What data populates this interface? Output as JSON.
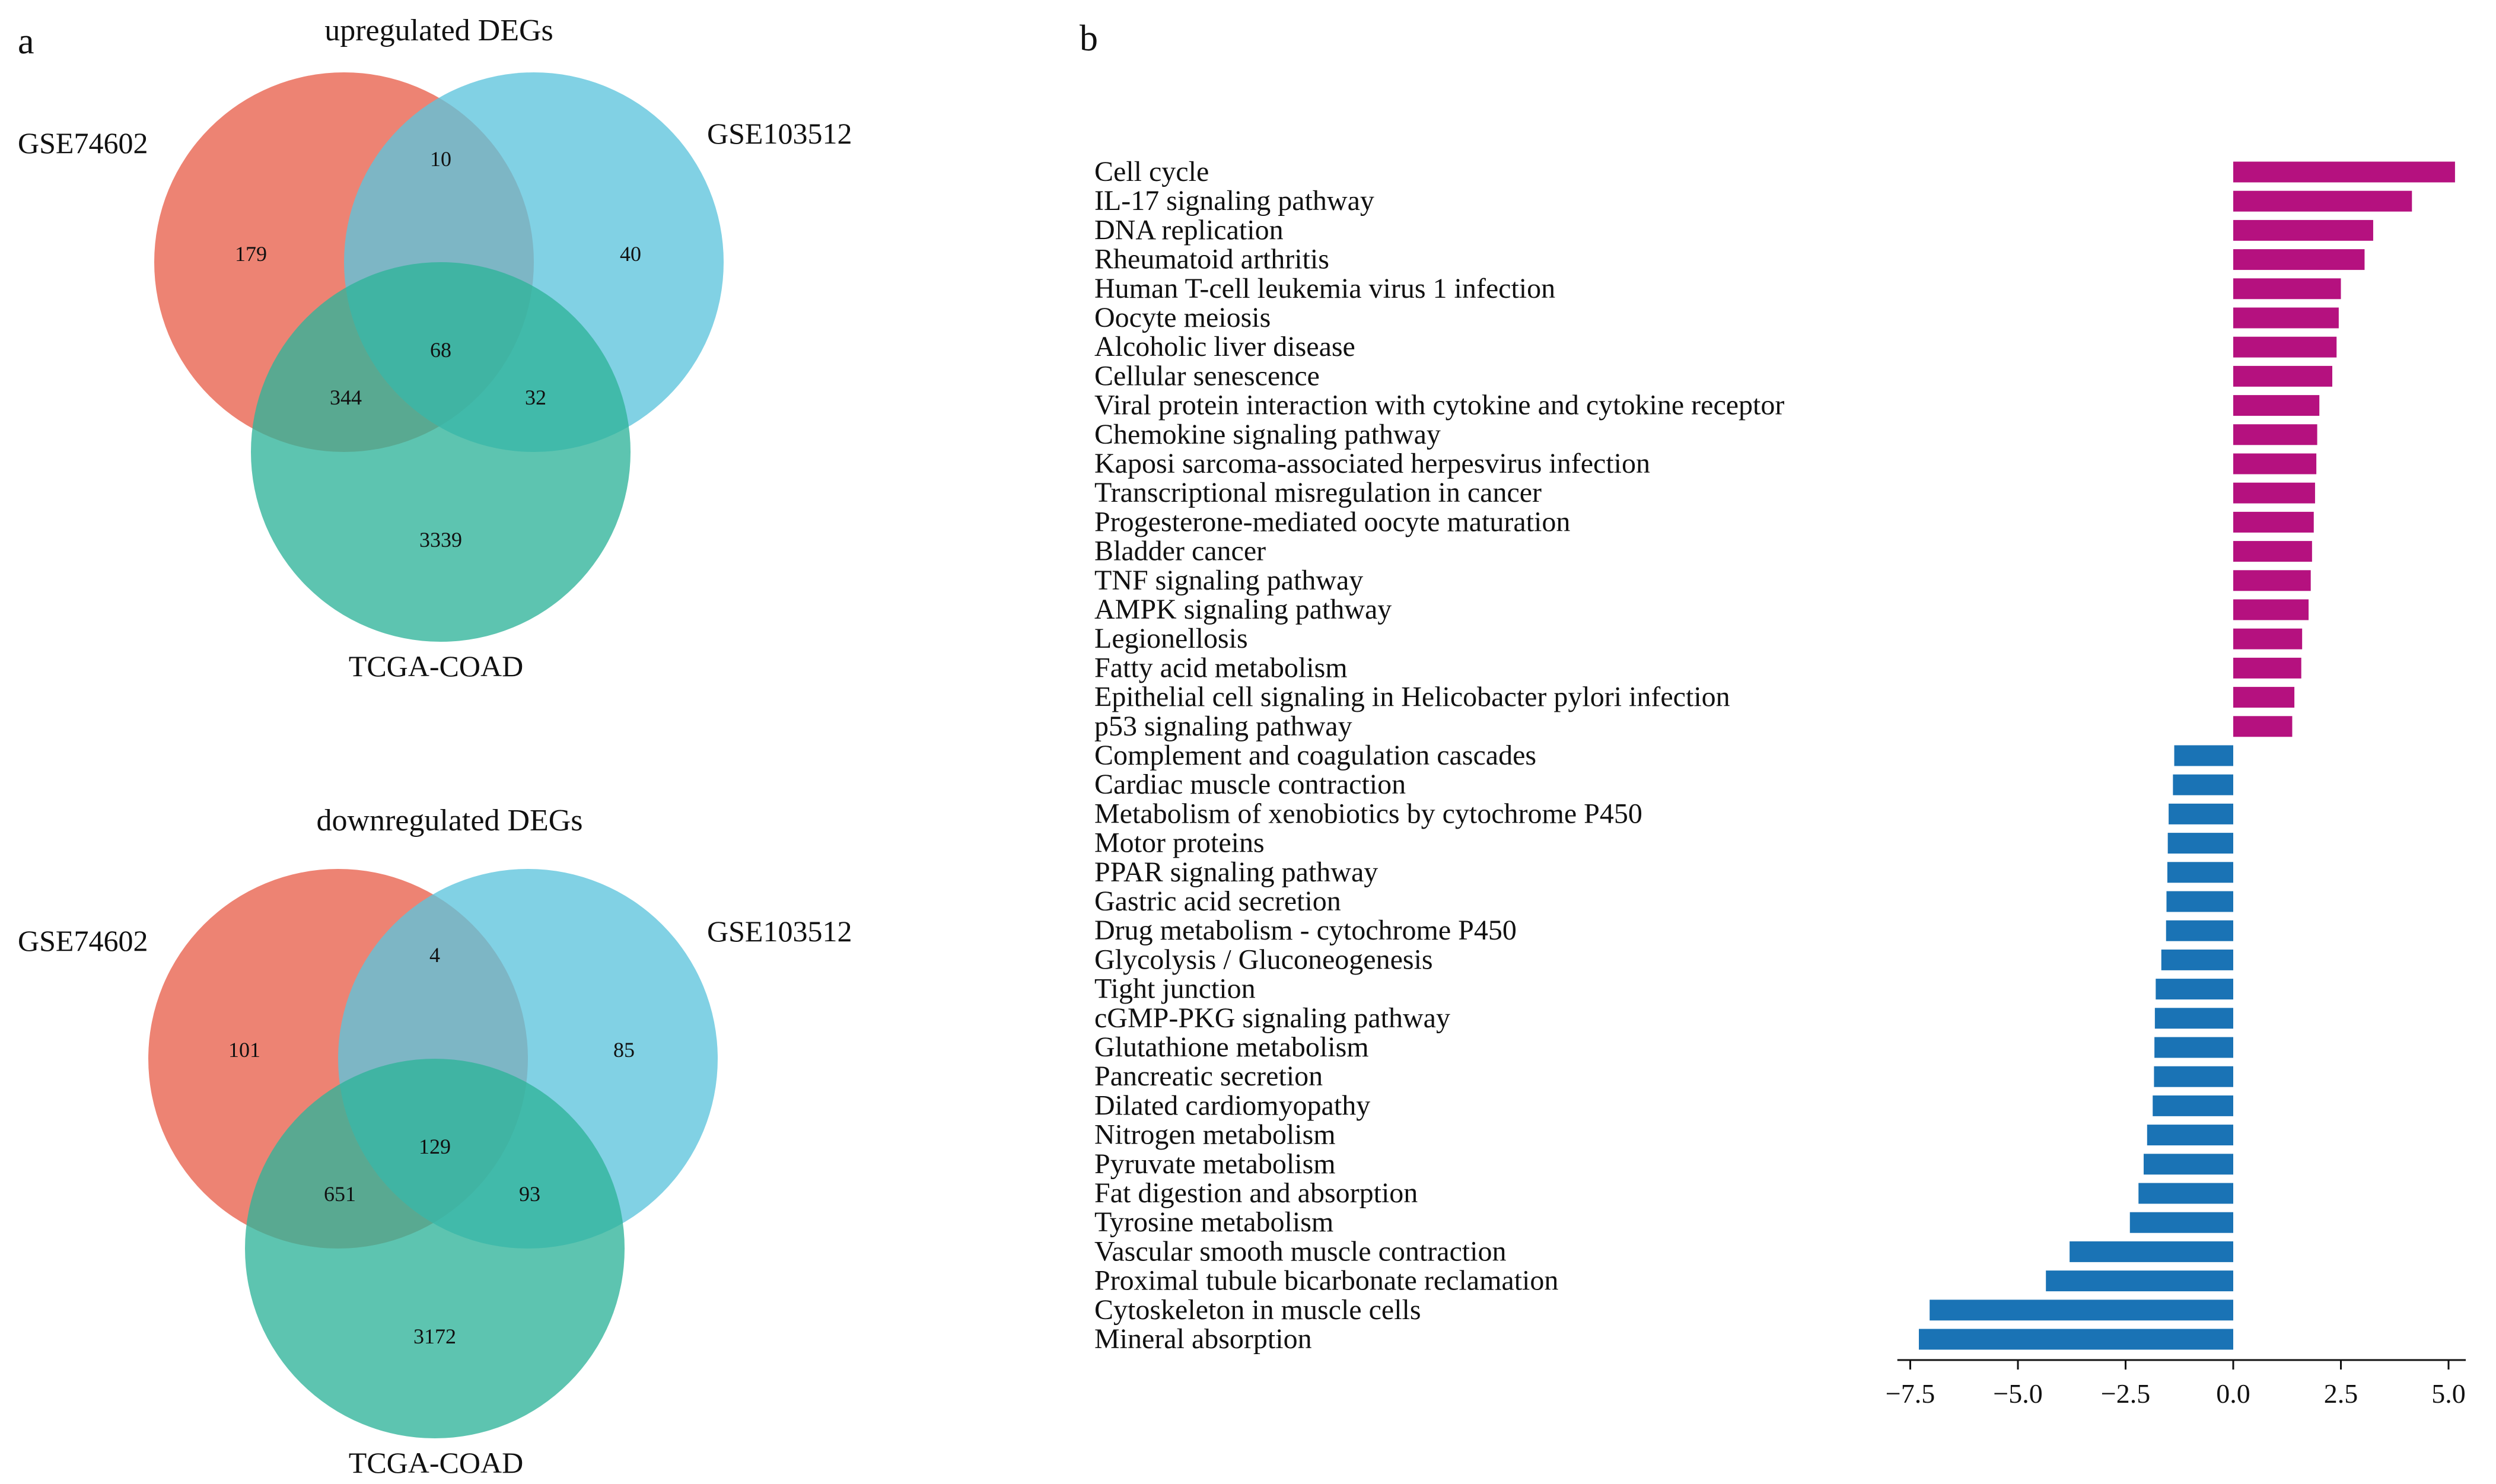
{
  "panels": {
    "a": "a",
    "b": "b"
  },
  "chart_data": [
    {
      "type": "venn",
      "title": "upregulated DEGs",
      "sets": [
        "GSE74602",
        "GSE103512",
        "TCGA-COAD"
      ],
      "regions": {
        "GSE74602_only": 179,
        "GSE103512_only": 40,
        "TCGA-COAD_only": 3339,
        "GSE74602_GSE103512": 10,
        "GSE74602_TCGA-COAD": 344,
        "GSE103512_TCGA-COAD": 32,
        "all_three": 68
      },
      "colors": {
        "GSE74602": "#e8604c",
        "GSE103512": "#5ec4dc",
        "TCGA-COAD": "#2fb39a"
      }
    },
    {
      "type": "venn",
      "title": "downregulated DEGs",
      "sets": [
        "GSE74602",
        "GSE103512",
        "TCGA-COAD"
      ],
      "regions": {
        "GSE74602_only": 101,
        "GSE103512_only": 85,
        "TCGA-COAD_only": 3172,
        "GSE74602_GSE103512": 4,
        "GSE74602_TCGA-COAD": 651,
        "GSE103512_TCGA-COAD": 93,
        "all_three": 129
      },
      "colors": {
        "GSE74602": "#e8604c",
        "GSE103512": "#5ec4dc",
        "TCGA-COAD": "#2fb39a"
      }
    },
    {
      "type": "bar",
      "orientation": "horizontal",
      "xlim": [
        -7.8,
        5.4
      ],
      "xticks": [
        -7.5,
        -5.0,
        -2.5,
        0.0,
        2.5,
        5.0
      ],
      "xtick_labels": [
        "−7.5",
        "−5.0",
        "−2.5",
        "0.0",
        "2.5",
        "5.0"
      ],
      "positive_color": "#b5117f",
      "negative_color": "#1a73b5",
      "categories": [
        "Cell cycle",
        "IL-17 signaling pathway",
        "DNA replication",
        "Rheumatoid arthritis",
        "Human T-cell leukemia virus 1 infection",
        "Oocyte meiosis",
        "Alcoholic liver disease",
        "Cellular senescence",
        "Viral protein interaction with cytokine and cytokine receptor",
        "Chemokine signaling pathway",
        "Kaposi sarcoma-associated herpesvirus infection",
        "Transcriptional misregulation in cancer",
        "Progesterone-mediated oocyte maturation",
        "Bladder cancer",
        "TNF signaling pathway",
        "AMPK signaling pathway",
        "Legionellosis",
        "Fatty acid metabolism",
        "Epithelial cell signaling in Helicobacter pylori infection",
        "p53 signaling pathway",
        "Complement and coagulation cascades",
        "Cardiac muscle contraction",
        "Metabolism of xenobiotics by cytochrome P450",
        "Motor proteins",
        "PPAR signaling pathway",
        "Gastric acid secretion",
        "Drug metabolism - cytochrome P450",
        "Glycolysis / Gluconeogenesis",
        "Tight junction",
        "cGMP-PKG signaling pathway",
        "Glutathione metabolism",
        "Pancreatic secretion",
        "Dilated cardiomyopathy",
        "Nitrogen metabolism",
        "Pyruvate metabolism",
        "Fat digestion and absorption",
        "Tyrosine metabolism",
        "Vascular smooth muscle contraction",
        "Proximal tubule bicarbonate reclamation",
        "Cytoskeleton in muscle cells",
        "Mineral absorption"
      ],
      "values": [
        5.15,
        4.15,
        3.25,
        3.05,
        2.5,
        2.45,
        2.4,
        2.3,
        2.0,
        1.95,
        1.93,
        1.9,
        1.87,
        1.83,
        1.8,
        1.75,
        1.6,
        1.58,
        1.42,
        1.37,
        -1.37,
        -1.4,
        -1.5,
        -1.52,
        -1.53,
        -1.55,
        -1.56,
        -1.67,
        -1.8,
        -1.82,
        -1.83,
        -1.84,
        -1.87,
        -2.0,
        -2.08,
        -2.2,
        -2.4,
        -3.8,
        -4.35,
        -7.05,
        -7.3
      ]
    }
  ]
}
